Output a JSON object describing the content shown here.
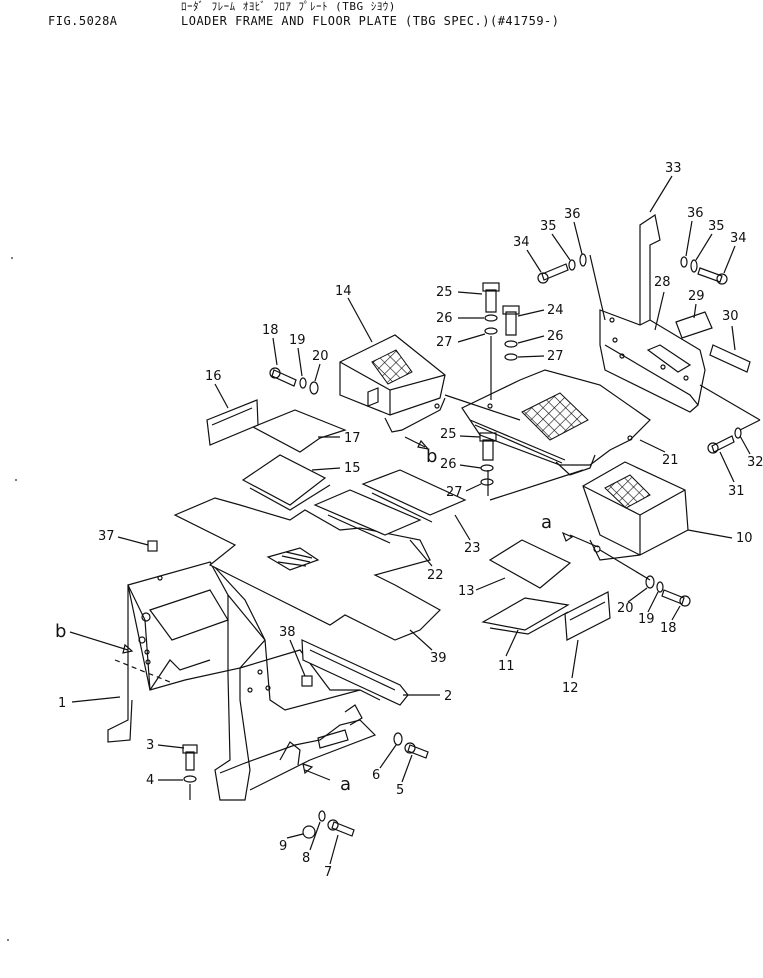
{
  "header": {
    "fig_number": "FIG.5028A",
    "title_jp": "ﾛｰﾀﾞ ﾌﾚｰﾑ ｵﾖﾋﾞ ﾌﾛｱ ﾌﾟﾚｰﾄ (TBG ｼﾖｳ)",
    "title_en": "LOADER FRAME AND FLOOR PLATE (TBG SPEC.)(#41759-)"
  },
  "view_markers": [
    "a",
    "b"
  ],
  "callouts": [
    "1",
    "2",
    "3",
    "4",
    "5",
    "6",
    "7",
    "8",
    "9",
    "10",
    "11",
    "12",
    "13",
    "14",
    "15",
    "16",
    "17",
    "18",
    "19",
    "20",
    "21",
    "22",
    "23",
    "24",
    "25",
    "26",
    "27",
    "28",
    "29",
    "30",
    "31",
    "32",
    "33",
    "34",
    "35",
    "36",
    "37",
    "38",
    "39"
  ]
}
